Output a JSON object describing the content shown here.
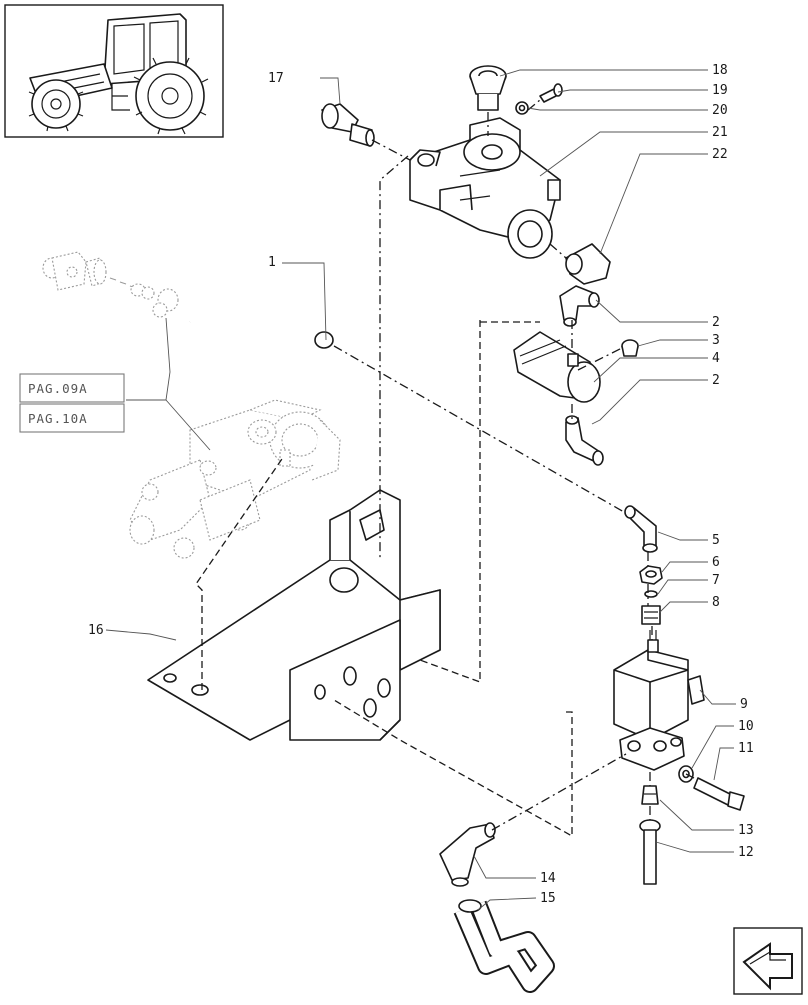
{
  "diagram": {
    "callouts": [
      {
        "id": "c1",
        "label": "1"
      },
      {
        "id": "c2a",
        "label": "2"
      },
      {
        "id": "c3",
        "label": "3"
      },
      {
        "id": "c4",
        "label": "4"
      },
      {
        "id": "c2b",
        "label": "2"
      },
      {
        "id": "c5",
        "label": "5"
      },
      {
        "id": "c6",
        "label": "6"
      },
      {
        "id": "c7",
        "label": "7"
      },
      {
        "id": "c8",
        "label": "8"
      },
      {
        "id": "c9",
        "label": "9"
      },
      {
        "id": "c10",
        "label": "10"
      },
      {
        "id": "c11",
        "label": "11"
      },
      {
        "id": "c12",
        "label": "12"
      },
      {
        "id": "c13",
        "label": "13"
      },
      {
        "id": "c14",
        "label": "14"
      },
      {
        "id": "c15",
        "label": "15"
      },
      {
        "id": "c16",
        "label": "16"
      },
      {
        "id": "c17",
        "label": "17"
      },
      {
        "id": "c18",
        "label": "18"
      },
      {
        "id": "c19",
        "label": "19"
      },
      {
        "id": "c20",
        "label": "20"
      },
      {
        "id": "c21",
        "label": "21"
      },
      {
        "id": "c22",
        "label": "22"
      }
    ],
    "page_refs": [
      "PAG.09A",
      "PAG.10A"
    ],
    "icons": {
      "thumbnail": "tractor-thumbnail-icon",
      "navigation": "next-page-arrow-icon"
    }
  }
}
